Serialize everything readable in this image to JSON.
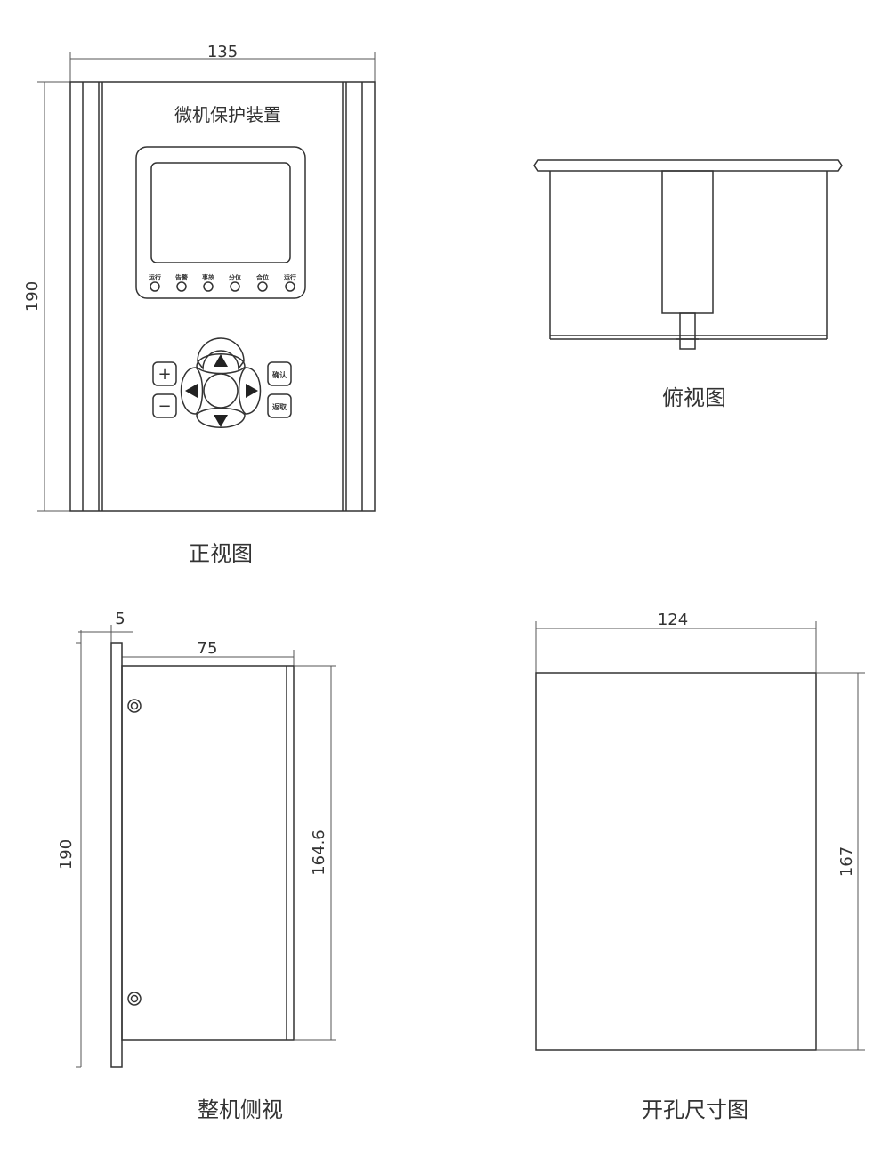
{
  "labels": {
    "front": "正视图",
    "top": "俯视图",
    "side": "整机侧视",
    "cutout": "开孔尺寸图"
  },
  "device": {
    "title": "微机保护装置",
    "leds": [
      "运行",
      "告警",
      "事故",
      "分位",
      "合位",
      "运行"
    ],
    "keys": {
      "plus": "+",
      "minus": "−",
      "confirm": "确认",
      "cancel": "返取"
    }
  },
  "dims": {
    "front_width": "135",
    "front_height": "190",
    "side_panel": "5",
    "side_depth": "75",
    "side_height": "190",
    "side_body_height": "164.6",
    "cutout_width": "124",
    "cutout_height": "167"
  },
  "colors": {
    "line": "#333333",
    "dim_line": "#555555"
  }
}
